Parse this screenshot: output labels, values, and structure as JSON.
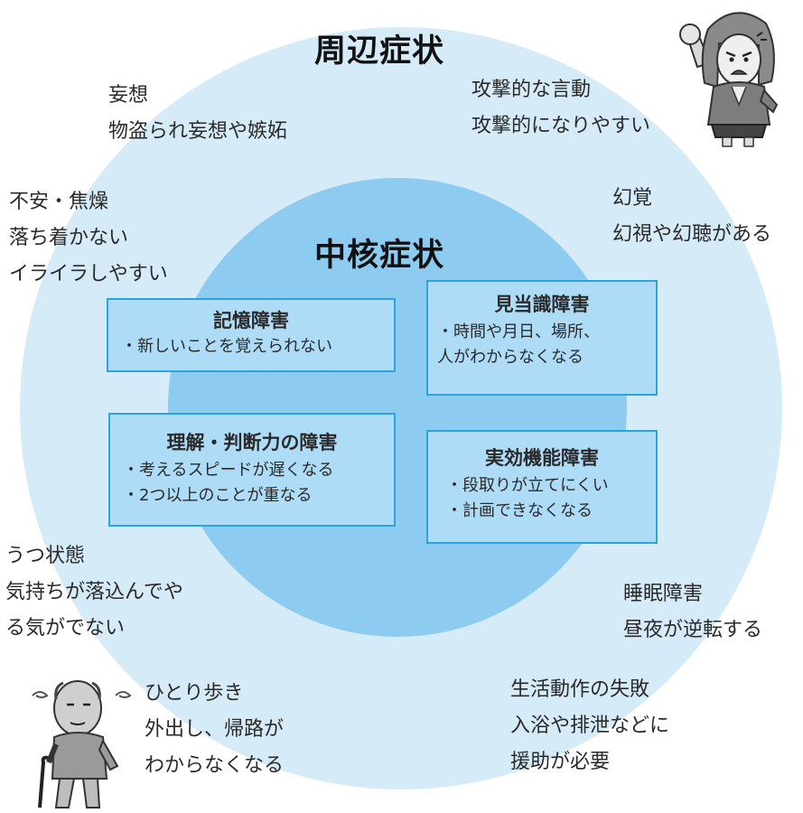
{
  "titles": {
    "outer": "周辺症状",
    "inner": "中核症状"
  },
  "peripheral": {
    "delusion": {
      "line1": "妄想",
      "line2": "物盗られ妄想や嫉妬"
    },
    "aggression": {
      "line1": "攻撃的な言動",
      "line2": "攻撃的になりやすい"
    },
    "anxiety": {
      "line1": "不安・焦燥",
      "line2": "落ち着かない",
      "line3": "イライラしやすい"
    },
    "hallucination": {
      "line1": "幻覚",
      "line2": "幻視や幻聴がある"
    },
    "depression": {
      "line1": "うつ状態",
      "line2": "気持ちが落込んでや",
      "line3": "る気がでない"
    },
    "sleep": {
      "line1": "睡眠障害",
      "line2": "昼夜が逆転する"
    },
    "wandering": {
      "line1": "ひとり歩き",
      "line2": "外出し、帰路が",
      "line3": "わからなくなる"
    },
    "adl": {
      "line1": "生活動作の失敗",
      "line2": "入浴や排泄などに",
      "line3": "援助が必要"
    }
  },
  "core": {
    "memory": {
      "title": "記憶障害",
      "line1": "・新しいことを覚えられない"
    },
    "orientation": {
      "title": "見当識障害",
      "line1": "・時間や月日、場所、",
      "line2": "人がわからなくなる"
    },
    "judgment": {
      "title": "理解・判断力の障害",
      "line1": "・考えるスピードが遅くなる",
      "line2": "・2つ以上のことが重なる"
    },
    "executive": {
      "title": "実効機能障害",
      "line1": "・段取りが立てにくい",
      "line2": "・計画できなくなる"
    }
  },
  "colors": {
    "outer_circle": "#d6ebf8",
    "inner_circle": "#8dcbf1",
    "box_border": "#2aa3de",
    "box_fill": "#aedcf7"
  },
  "icons": [
    "angry-woman-illustration-icon",
    "elderly-man-with-cane-illustration-icon"
  ]
}
